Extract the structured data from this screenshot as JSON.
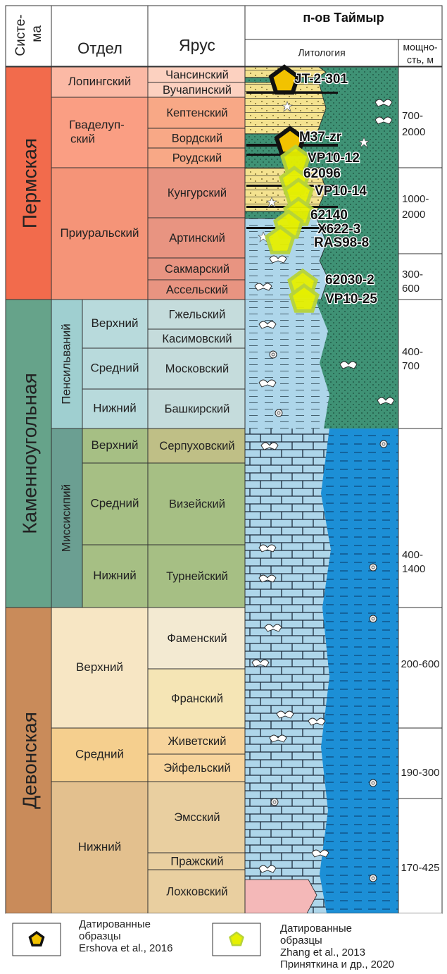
{
  "header": {
    "system": "Систе-ма",
    "division": "Отдел",
    "stage": "Ярус",
    "region": "п-ов Таймыр",
    "lithology": "Литология",
    "thickness": "мощно-сть, м"
  },
  "systems": [
    {
      "name": "Пермская",
      "color": "#f26b4c"
    },
    {
      "name": "Каменноугольная",
      "color": "#66a38a"
    },
    {
      "name": "Девонская",
      "color": "#c98b5a"
    }
  ],
  "divisions": [
    {
      "name": "Лопингский",
      "color": "#fbb9a5"
    },
    {
      "name": "Гваделуп-ский",
      "color": "#fa9e83"
    },
    {
      "name": "Приуральский",
      "color": "#f59478"
    },
    {
      "name": "Пенсильваний",
      "color": "#9fcfd0"
    },
    {
      "name": "Миссисипий",
      "color": "#6b9f92"
    },
    {
      "name": "Верхний",
      "color": "#f7e6c4"
    },
    {
      "name": "Средний",
      "color": "#f5cf8e"
    },
    {
      "name": "Нижний",
      "color": "#e3c08e"
    }
  ],
  "subdivisions": [
    {
      "name": "Верхний",
      "color": "#b8dadc"
    },
    {
      "name": "Средний",
      "color": "#b8dadc"
    },
    {
      "name": "Нижний",
      "color": "#b8dadc"
    },
    {
      "name": "Верхний",
      "color": "#a6bf84"
    },
    {
      "name": "Средний",
      "color": "#a6bf84"
    },
    {
      "name": "Нижний",
      "color": "#a6bf84"
    }
  ],
  "stages": [
    {
      "name": "Чансинский",
      "color": "#fcd1c0"
    },
    {
      "name": "Вучапинский",
      "color": "#fcd1c0"
    },
    {
      "name": "Кептенский",
      "color": "#f8a886"
    },
    {
      "name": "Вордский",
      "color": "#f8a886"
    },
    {
      "name": "Роудский",
      "color": "#f8a886"
    },
    {
      "name": "Кунгурский",
      "color": "#e89481"
    },
    {
      "name": "Артинский",
      "color": "#e89481"
    },
    {
      "name": "Сакмарский",
      "color": "#e89481"
    },
    {
      "name": "Ассельский",
      "color": "#e89481"
    },
    {
      "name": "Гжельский",
      "color": "#c5dcdc"
    },
    {
      "name": "Касимовский",
      "color": "#c5dcdc"
    },
    {
      "name": "Московский",
      "color": "#c5dcdc"
    },
    {
      "name": "Башкирский",
      "color": "#c5dcdc"
    },
    {
      "name": "Серпуховский",
      "color": "#bfbf86"
    },
    {
      "name": "Визейский",
      "color": "#a6bf84"
    },
    {
      "name": "Турнейский",
      "color": "#a6bf84"
    },
    {
      "name": "Фаменский",
      "color": "#f3ead2"
    },
    {
      "name": "Франский",
      "color": "#f5e5b5"
    },
    {
      "name": "Живетский",
      "color": "#f7d49c"
    },
    {
      "name": "Эйфельский",
      "color": "#f7d49c"
    },
    {
      "name": "Эмсский",
      "color": "#e9cfa0"
    },
    {
      "name": "Пражский",
      "color": "#e9cfa0"
    },
    {
      "name": "Лохковский",
      "color": "#e9cfa0"
    }
  ],
  "thicknesses": [
    "700-2000",
    "1000-2000",
    "300-600",
    "400-700",
    "400-1400",
    "200-600",
    "190-300",
    "170-425"
  ],
  "samples": [
    {
      "label": "JT-2-301",
      "kind": "black"
    },
    {
      "label": "M37-zr",
      "kind": "black"
    },
    {
      "label": "VP10-12",
      "kind": "yellow"
    },
    {
      "label": "62096",
      "kind": "yellow"
    },
    {
      "label": "VP10-14",
      "kind": "yellow"
    },
    {
      "label": "62140",
      "kind": "yellow"
    },
    {
      "label": "X622-3",
      "kind": "yellow"
    },
    {
      "label": "RAS98-8",
      "kind": "yellow"
    },
    {
      "label": "62030-2",
      "kind": "yellow"
    },
    {
      "label": "VP10-25",
      "kind": "yellow"
    }
  ],
  "legend": {
    "black_text": "Датированные образцы Ershova et al., 2016",
    "black_lines": [
      "Датированные",
      "образцы",
      "Ershova et al., 2016"
    ],
    "yellow_lines": [
      "Датированные",
      "образцы",
      "Zhang et al., 2013",
      "Приняткина и др., 2020"
    ]
  },
  "colors": {
    "line": "#333333",
    "sandstone_yellow": "#f4e28f",
    "green_facies": "#3f9275",
    "light_blue": "#aed6ea",
    "blue_limestone": "#1c8fd6",
    "pink": "#f4b8b8",
    "black_marker_fill": "#f2c200",
    "yellow_marker_fill": "#e6f000",
    "yellow_marker_glow": "#b7d33a"
  }
}
